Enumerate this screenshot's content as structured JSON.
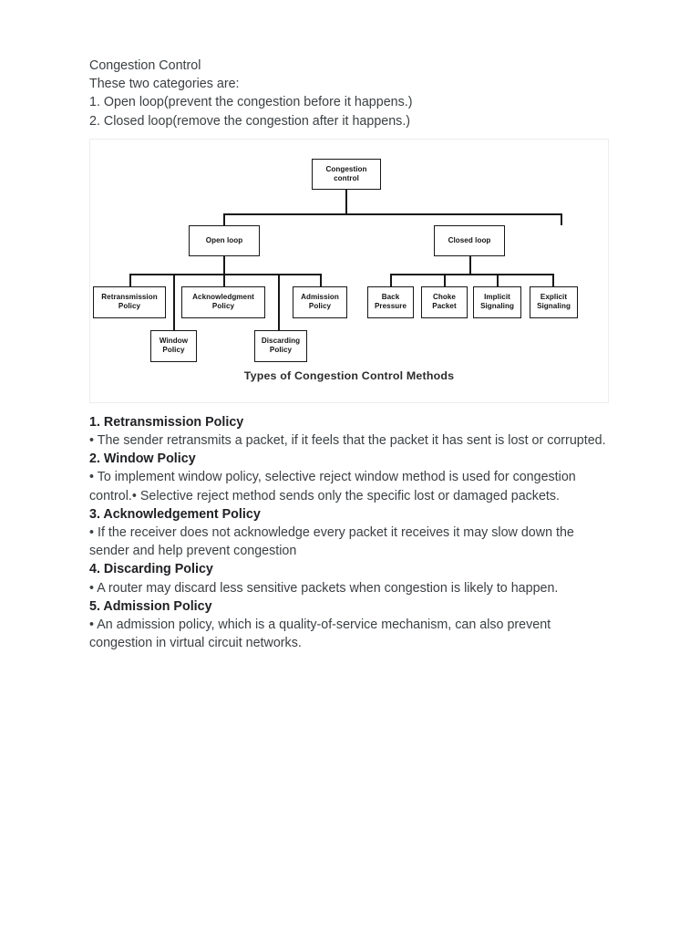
{
  "document": {
    "intro_lines": [
      "Congestion Control",
      "These two categories are:",
      "1. Open loop(prevent the congestion before it happens.)",
      "2. Closed loop(remove the congestion after it happens.)"
    ]
  },
  "figure": {
    "caption": "Types of Congestion Control Methods",
    "nodes": {
      "root": "Congestion\ncontrol",
      "open_loop": "Open loop",
      "closed_loop": "Closed loop",
      "retransmission_policy": "Retransmission\nPolicy",
      "window_policy": "Window\nPolicy",
      "acknowledgment_policy": "Acknowledgment\nPolicy",
      "discarding_policy": "Discarding\nPolicy",
      "admission_policy": "Admission\nPolicy",
      "back_pressure": "Back\nPressure",
      "choke_packet": "Choke\nPacket",
      "implicit_signaling": "Implicit\nSignaling",
      "explicit_signaling": "Explicit\nSignaling"
    }
  },
  "sections": [
    {
      "title": "1. Retransmission Policy",
      "body": "• The sender retransmits a packet, if it feels that the packet it has sent is lost or corrupted."
    },
    {
      "title": "2. Window Policy",
      "body": "• To implement window policy, selective reject window method is used for congestion\ncontrol.• Selective reject method sends only the specific lost or damaged packets."
    },
    {
      "title": "3. Acknowledgement Policy",
      "body": "• If the receiver does not acknowledge every packet it receives it may slow down the sender and help prevent congestion"
    },
    {
      "title": "4. Discarding Policy",
      "body": "• A router may discard less sensitive packets when congestion is likely to happen."
    },
    {
      "title": "5. Admission Policy",
      "body": "• An admission policy, which is a quality-of-service mechanism, can also prevent congestion in virtual circuit networks."
    }
  ]
}
